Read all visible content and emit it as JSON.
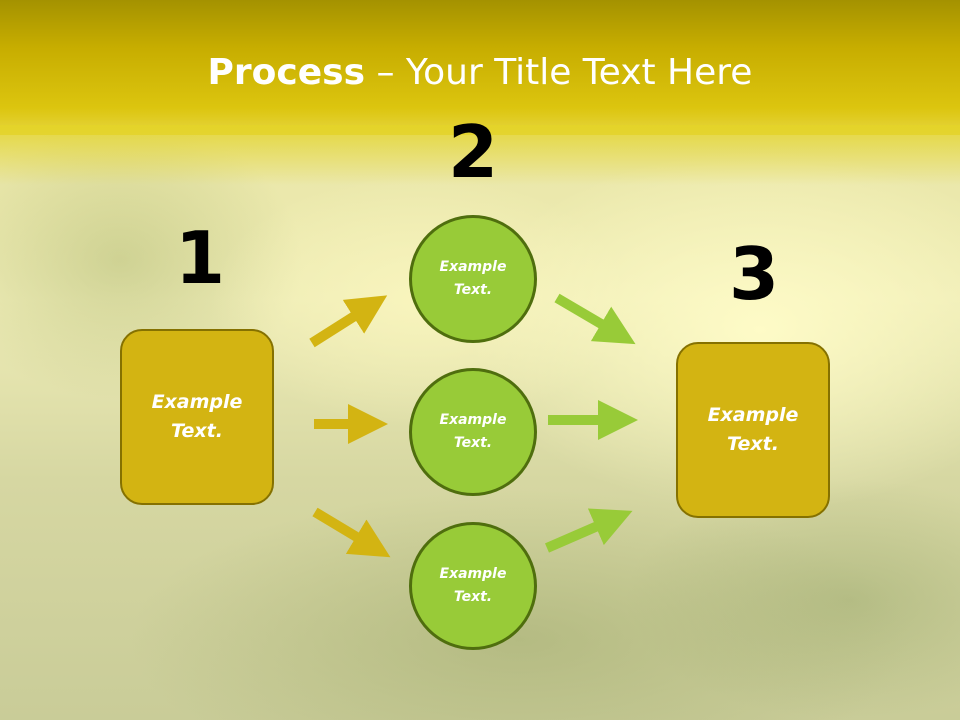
{
  "title": {
    "bold": "Process",
    "rest": " – Your Title Text Here"
  },
  "numbers": [
    "1",
    "2",
    "3"
  ],
  "boxes": [
    {
      "line1": "Example",
      "line2": "Text."
    },
    {
      "line1": "Example",
      "line2": "Text."
    }
  ],
  "circles": [
    {
      "line1": "Example",
      "line2": "Text."
    },
    {
      "line1": "Example",
      "line2": "Text."
    },
    {
      "line1": "Example",
      "line2": "Text."
    }
  ],
  "colors": {
    "header": "#c7ad00",
    "box_fill": "#d3b412",
    "circle_fill": "#98cb38",
    "arrow_yellow": "#d3b412",
    "arrow_green": "#98cb38"
  }
}
